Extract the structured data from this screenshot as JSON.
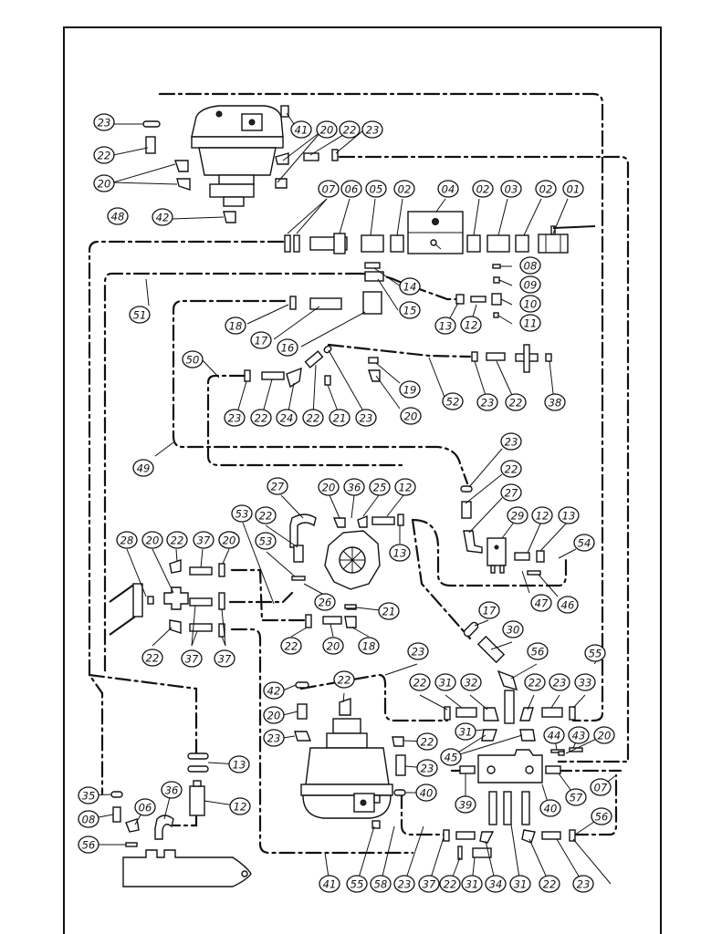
{
  "callouts": [
    {
      "label": "01"
    },
    {
      "label": "02"
    },
    {
      "label": "03"
    },
    {
      "label": "02"
    },
    {
      "label": "04"
    },
    {
      "label": "02"
    },
    {
      "label": "05"
    },
    {
      "label": "06"
    },
    {
      "label": "07"
    },
    {
      "label": "48"
    },
    {
      "label": "42"
    },
    {
      "label": "23"
    },
    {
      "label": "22"
    },
    {
      "label": "20"
    },
    {
      "label": "41"
    },
    {
      "label": "20"
    },
    {
      "label": "22"
    },
    {
      "label": "23"
    },
    {
      "label": "08"
    },
    {
      "label": "09"
    },
    {
      "label": "10"
    },
    {
      "label": "11"
    },
    {
      "label": "12"
    },
    {
      "label": "13"
    },
    {
      "label": "14"
    },
    {
      "label": "15"
    },
    {
      "label": "16"
    },
    {
      "label": "17"
    },
    {
      "label": "18"
    },
    {
      "label": "51"
    },
    {
      "label": "50"
    },
    {
      "label": "23"
    },
    {
      "label": "22"
    },
    {
      "label": "24"
    },
    {
      "label": "22"
    },
    {
      "label": "21"
    },
    {
      "label": "23"
    },
    {
      "label": "19"
    },
    {
      "label": "20"
    },
    {
      "label": "52"
    },
    {
      "label": "23"
    },
    {
      "label": "22"
    },
    {
      "label": "38"
    },
    {
      "label": "49"
    },
    {
      "label": "23"
    },
    {
      "label": "22"
    },
    {
      "label": "27"
    },
    {
      "label": "29"
    },
    {
      "label": "12"
    },
    {
      "label": "13"
    },
    {
      "label": "54"
    },
    {
      "label": "47"
    },
    {
      "label": "46"
    },
    {
      "label": "27"
    },
    {
      "label": "20"
    },
    {
      "label": "36"
    },
    {
      "label": "25"
    },
    {
      "label": "12"
    },
    {
      "label": "13"
    },
    {
      "label": "53"
    },
    {
      "label": "22"
    },
    {
      "label": "37"
    },
    {
      "label": "53"
    },
    {
      "label": "26"
    },
    {
      "label": "21"
    },
    {
      "label": "28"
    },
    {
      "label": "20"
    },
    {
      "label": "22"
    },
    {
      "label": "37"
    },
    {
      "label": "20"
    },
    {
      "label": "22"
    },
    {
      "label": "37"
    },
    {
      "label": "37"
    },
    {
      "label": "22"
    },
    {
      "label": "20"
    },
    {
      "label": "18"
    },
    {
      "label": "17"
    },
    {
      "label": "30"
    },
    {
      "label": "56"
    },
    {
      "label": "55"
    },
    {
      "label": "23"
    },
    {
      "label": "42"
    },
    {
      "label": "22"
    },
    {
      "label": "20"
    },
    {
      "label": "23"
    },
    {
      "label": "22"
    },
    {
      "label": "31"
    },
    {
      "label": "32"
    },
    {
      "label": "31"
    },
    {
      "label": "22"
    },
    {
      "label": "23"
    },
    {
      "label": "33"
    },
    {
      "label": "45"
    },
    {
      "label": "44"
    },
    {
      "label": "43"
    },
    {
      "label": "20"
    },
    {
      "label": "22"
    },
    {
      "label": "23"
    },
    {
      "label": "40"
    },
    {
      "label": "39"
    },
    {
      "label": "40"
    },
    {
      "label": "57"
    },
    {
      "label": "07"
    },
    {
      "label": "13"
    },
    {
      "label": "35"
    },
    {
      "label": "36"
    },
    {
      "label": "06"
    },
    {
      "label": "12"
    },
    {
      "label": "08"
    },
    {
      "label": "56"
    },
    {
      "label": "56"
    },
    {
      "label": "41"
    },
    {
      "label": "55"
    },
    {
      "label": "58"
    },
    {
      "label": "23"
    },
    {
      "label": "37"
    },
    {
      "label": "22"
    },
    {
      "label": "31"
    },
    {
      "label": "34"
    },
    {
      "label": "31"
    },
    {
      "label": "22"
    },
    {
      "label": "23"
    }
  ]
}
